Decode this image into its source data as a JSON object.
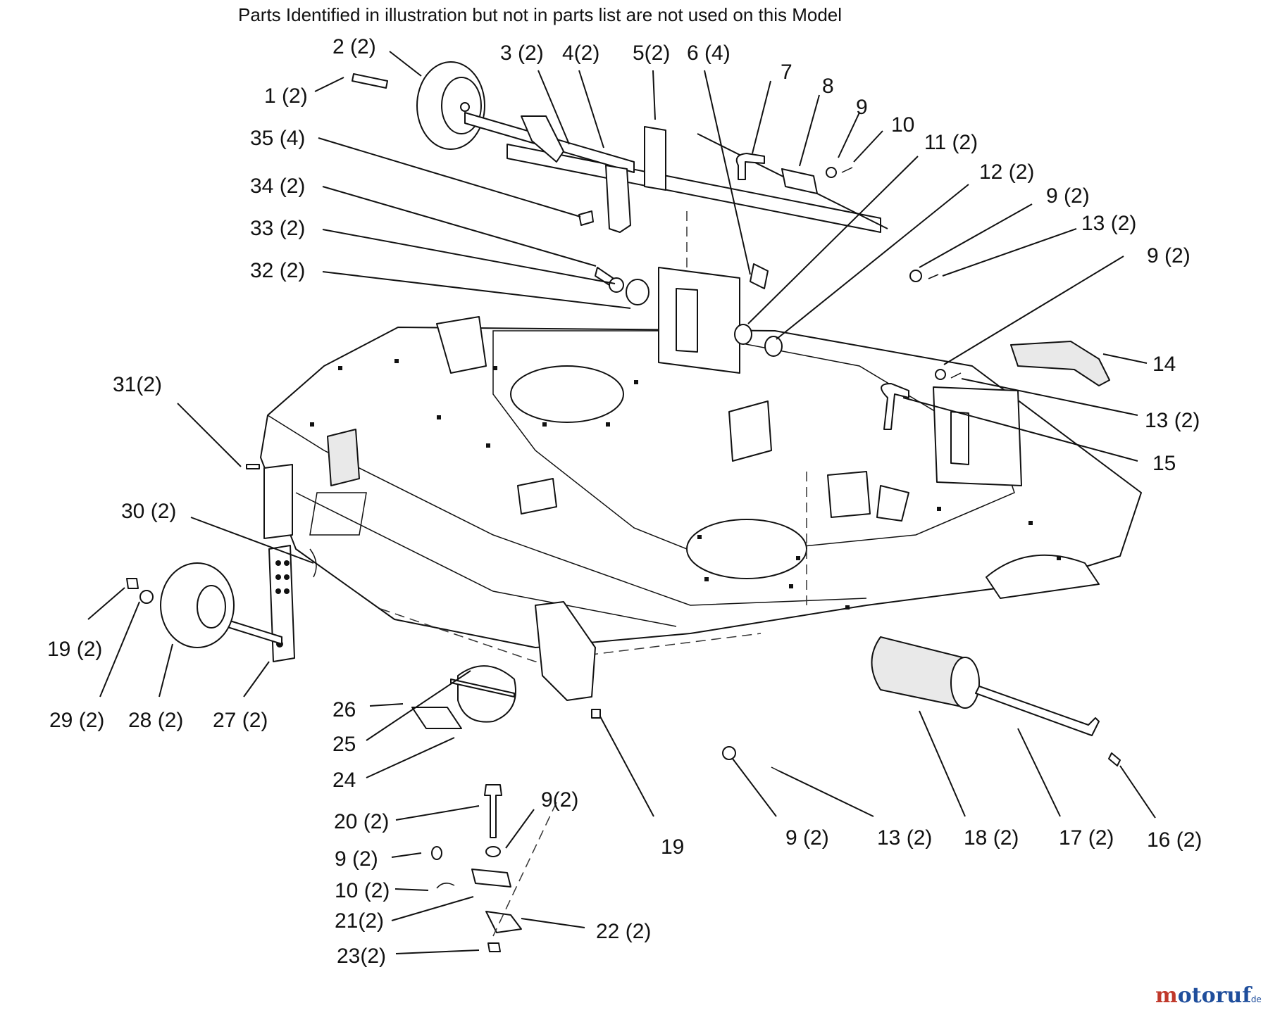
{
  "note": "Parts Identified  in illustration but not in parts list are not used on this Model",
  "callouts": [
    "2 (2)",
    "1 (2)",
    "3 (2)",
    "4(2)",
    "5(2)",
    "6 (4)",
    "7",
    "8",
    "9",
    "10",
    "11 (2)",
    "12 (2)",
    "9 (2)",
    "13 (2)",
    "9 (2)",
    "35 (4)",
    "34 (2)",
    "33 (2)",
    "32 (2)",
    "14",
    "13 (2)",
    "15",
    "31(2)",
    "30 (2)",
    "19 (2)",
    "29 (2)",
    "28 (2)",
    "27 (2)",
    "26",
    "25",
    "24",
    "19",
    "20 (2)",
    "9(2)",
    "9 (2)",
    "10 (2)",
    "21(2)",
    "22 (2)",
    "23(2)",
    "9 (2)",
    "13 (2)",
    "18 (2)",
    "17 (2)",
    "16 (2)"
  ],
  "watermark": {
    "main": "motoruf",
    "suffix": ".de"
  },
  "colors": {
    "ink": "#111111",
    "brand_m": "#c0392b",
    "brand_rest": "#1f4e9c"
  }
}
